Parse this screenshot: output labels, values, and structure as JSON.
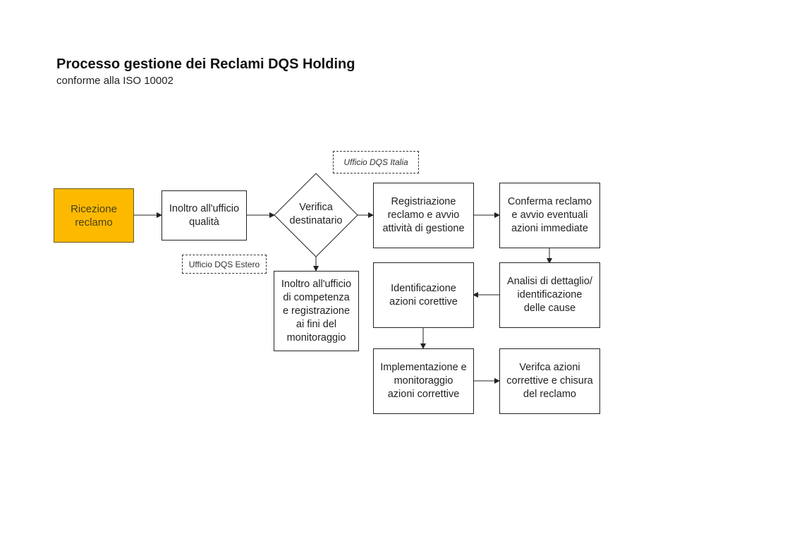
{
  "header": {
    "title": "Processo gestione dei Reclami DQS Holding",
    "subtitle": "conforme alla ISO 10002"
  },
  "colors": {
    "start_fill": "#fcb900",
    "stroke": "#222222"
  },
  "nodes": {
    "ricezione": "Ricezione\nreclamo",
    "inoltro_qualita": "Inoltro all'ufficio\nqualità",
    "verifica": "Verifica\ndestinatario",
    "registrazione": "Registriazione\nreclamo e avvio\nattività di gestione",
    "conferma": "Conferma reclamo\ne avvio eventuali\nazioni immediate",
    "inoltro_competenza": "Inoltro all'ufficio\ndi competenza\ne registrazione\nai fini del\nmonitoraggio",
    "analisi": "Analisi di dettaglio/\nidentificazione\ndelle cause",
    "identificazione": "Identificazione\nazioni corettive",
    "implementazione": "Implementazione e\nmonitoraggio\nazioni correttive",
    "verifica_chiusura": "Verifca azioni\ncorrettive e chisura\ndel reclamo"
  },
  "branch_labels": {
    "italia": "Ufficio DQS Italia",
    "estero": "Ufficio DQS Estero"
  }
}
